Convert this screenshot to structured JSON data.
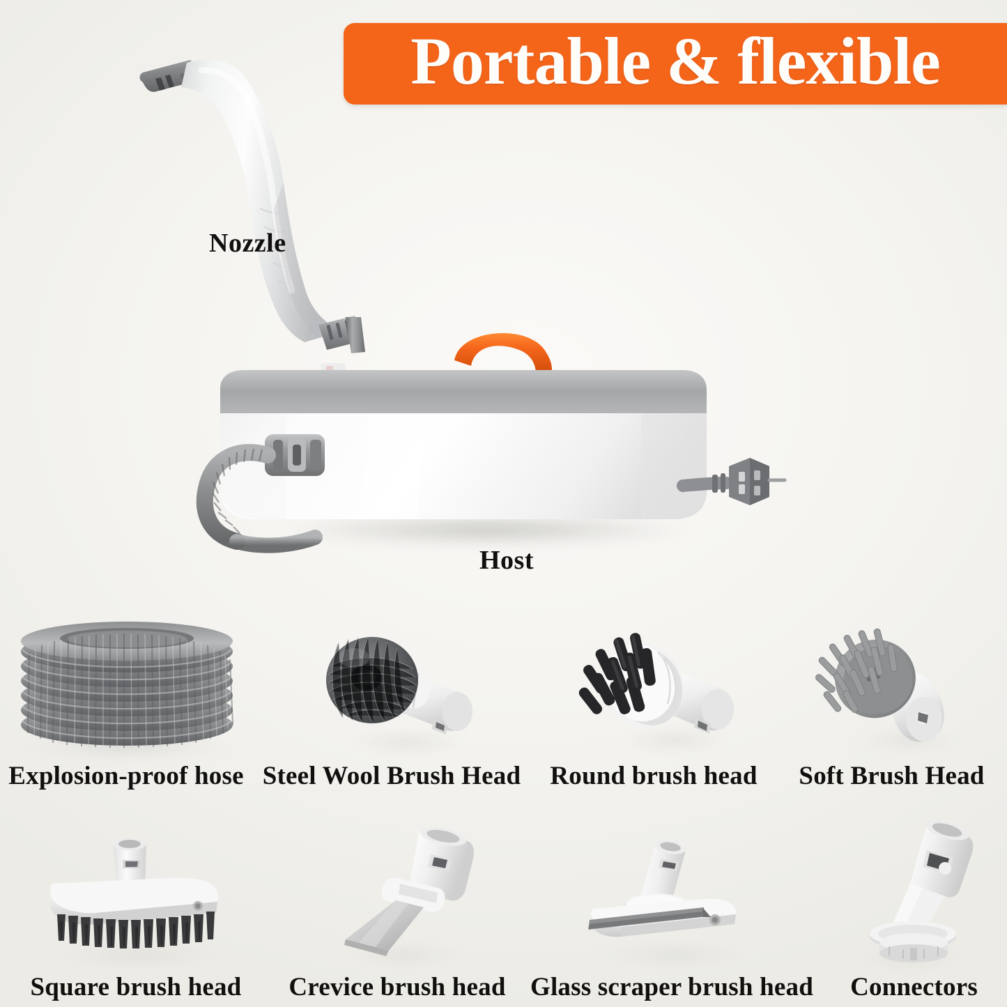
{
  "banner": {
    "title": "Portable & flexible",
    "bg_color": "#f4651a",
    "text_color": "#fffdfa"
  },
  "page": {
    "background_color": "#f4f3ef",
    "label_color": "#11100e"
  },
  "hero": {
    "callouts": [
      {
        "id": "nozzle",
        "label": "Nozzle",
        "icon": "steam-nozzle-icon"
      },
      {
        "id": "host",
        "label": "Host",
        "icon": "steam-cleaner-host-icon"
      }
    ],
    "host_accent_color": "#f4651a",
    "host_body_color": "#f3f3f3",
    "host_top_band_color": "#a9a9a9",
    "hose_color": "#8e9092"
  },
  "accessories": {
    "row1": [
      {
        "id": "explosion-proof-hose",
        "label": "Explosion-proof hose",
        "icon": "coiled-hose-icon"
      },
      {
        "id": "steel-wool-brush-head",
        "label": "Steel Wool Brush Head",
        "icon": "steel-wool-brush-icon"
      },
      {
        "id": "round-brush-head",
        "label": "Round brush head",
        "icon": "round-brush-icon"
      },
      {
        "id": "soft-brush-head",
        "label": "Soft Brush Head",
        "icon": "soft-brush-icon"
      }
    ],
    "row2": [
      {
        "id": "square-brush-head",
        "label": "Square brush head",
        "icon": "square-brush-icon"
      },
      {
        "id": "crevice-brush-head",
        "label": "Crevice brush head",
        "icon": "crevice-scraper-icon"
      },
      {
        "id": "glass-scraper-brush-head",
        "label": "Glass scraper brush head",
        "icon": "glass-squeegee-icon"
      },
      {
        "id": "connectors",
        "label": "Connectors",
        "icon": "connector-adapter-icon"
      }
    ]
  }
}
